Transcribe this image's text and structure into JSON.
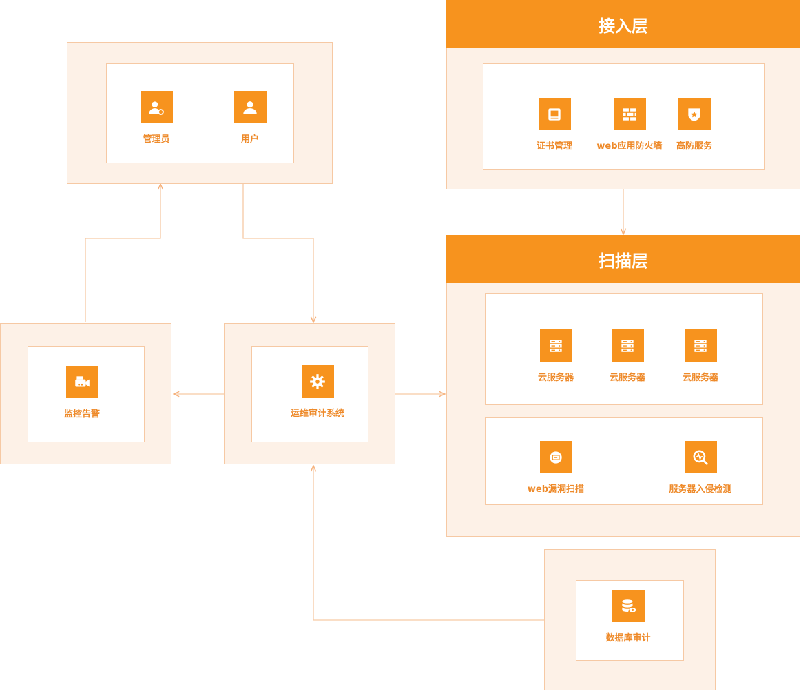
{
  "layers": {
    "access": {
      "title": "接入层",
      "items": [
        {
          "label": "证书管理",
          "icon": "certificate-book-icon"
        },
        {
          "label": "web应用防火墙",
          "icon": "firewall-brick-icon"
        },
        {
          "label": "高防服务",
          "icon": "shield-star-icon"
        }
      ]
    },
    "scan": {
      "title": "扫描层",
      "servers": [
        {
          "label": "云服务器",
          "icon": "server-icon"
        },
        {
          "label": "云服务器",
          "icon": "server-icon"
        },
        {
          "label": "云服务器",
          "icon": "server-icon"
        }
      ],
      "scanners": [
        {
          "label": "web漏洞扫描",
          "icon": "web-scan-icon"
        },
        {
          "label": "服务器入侵检测",
          "icon": "intrusion-detect-icon"
        }
      ]
    }
  },
  "users": {
    "admin": {
      "label": "管理员",
      "icon": "admin-user-icon"
    },
    "user": {
      "label": "用户",
      "icon": "user-icon"
    }
  },
  "ops": {
    "label": "运维审计系统",
    "icon": "gear-icon"
  },
  "monitor": {
    "label": "监控告警",
    "icon": "camera-icon"
  },
  "database": {
    "label": "数据库审计",
    "icon": "database-icon"
  },
  "colors": {
    "accent": "#f7931e",
    "panel": "#fdf1e7",
    "border": "#f6c9a4",
    "text": "#ee8a2a"
  }
}
